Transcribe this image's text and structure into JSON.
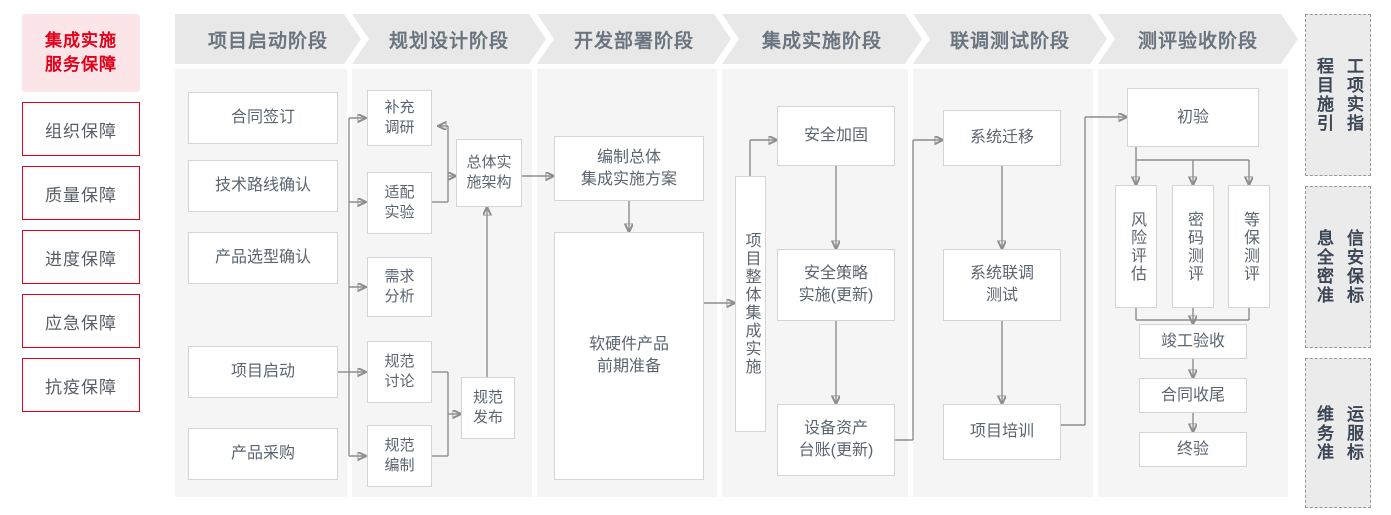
{
  "left_panel": {
    "title": "集成实施\n服务保障",
    "title_line1": "集成实施",
    "title_line2": "服务保障",
    "accent_color": "#e2001a",
    "items": [
      {
        "label": "组织保障"
      },
      {
        "label": "质量保障"
      },
      {
        "label": "进度保障"
      },
      {
        "label": "应急保障"
      },
      {
        "label": "抗疫保障"
      }
    ]
  },
  "phases": [
    {
      "header": "项目启动阶段"
    },
    {
      "header": "规划设计阶段"
    },
    {
      "header": "开发部署阶段"
    },
    {
      "header": "集成实施阶段"
    },
    {
      "header": "联调测试阶段"
    },
    {
      "header": "测评验收阶段"
    }
  ],
  "nodes": {
    "p1": [
      {
        "label": "合同签订"
      },
      {
        "label": "技术路线确认"
      },
      {
        "label": "产品选型确认"
      },
      {
        "label": "项目启动"
      },
      {
        "label": "产品采购"
      }
    ],
    "p2": [
      {
        "label": "补充\n调研",
        "l1": "补充",
        "l2": "调研"
      },
      {
        "label": "适配\n实验",
        "l1": "适配",
        "l2": "实验"
      },
      {
        "label": "需求\n分析",
        "l1": "需求",
        "l2": "分析"
      },
      {
        "label": "规范\n讨论",
        "l1": "规范",
        "l2": "讨论"
      },
      {
        "label": "规范\n编制",
        "l1": "规范",
        "l2": "编制"
      },
      {
        "label": "总体实\n施架构",
        "l1": "总体实",
        "l2": "施架构"
      },
      {
        "label": "规范\n发布",
        "l1": "规范",
        "l2": "发布"
      }
    ],
    "p3": [
      {
        "label": "编制总体\n集成实施方案",
        "l1": "编制总体",
        "l2": "集成实施方案"
      },
      {
        "label": "软硬件产品\n前期准备",
        "l1": "软硬件产品",
        "l2": "前期准备"
      }
    ],
    "p4": [
      {
        "label": "项目整体集成实施"
      },
      {
        "label": "安全加固"
      },
      {
        "label": "安全策略\n实施(更新)",
        "l1": "安全策略",
        "l2": "实施(更新)"
      },
      {
        "label": "设备资产\n台账(更新)",
        "l1": "设备资产",
        "l2": "台账(更新)"
      }
    ],
    "p5": [
      {
        "label": "系统迁移"
      },
      {
        "label": "系统联调\n测试",
        "l1": "系统联调",
        "l2": "测试"
      },
      {
        "label": "项目培训"
      }
    ],
    "p6": [
      {
        "label": "初验"
      },
      {
        "label": "风险评估"
      },
      {
        "label": "密码测评"
      },
      {
        "label": "等保测评"
      },
      {
        "label": "竣工验收"
      },
      {
        "label": "合同收尾"
      },
      {
        "label": "终验"
      }
    ]
  },
  "standards": [
    {
      "col_right": "程目施引",
      "col_left": "工项实指",
      "reading": "工程项目实施指引"
    },
    {
      "col_right": "息全密准",
      "col_left": "信安保标",
      "reading": "信息安全保密标准"
    },
    {
      "col_right": "维务准",
      "col_left": "运服标",
      "reading": "运维服务标准"
    }
  ]
}
